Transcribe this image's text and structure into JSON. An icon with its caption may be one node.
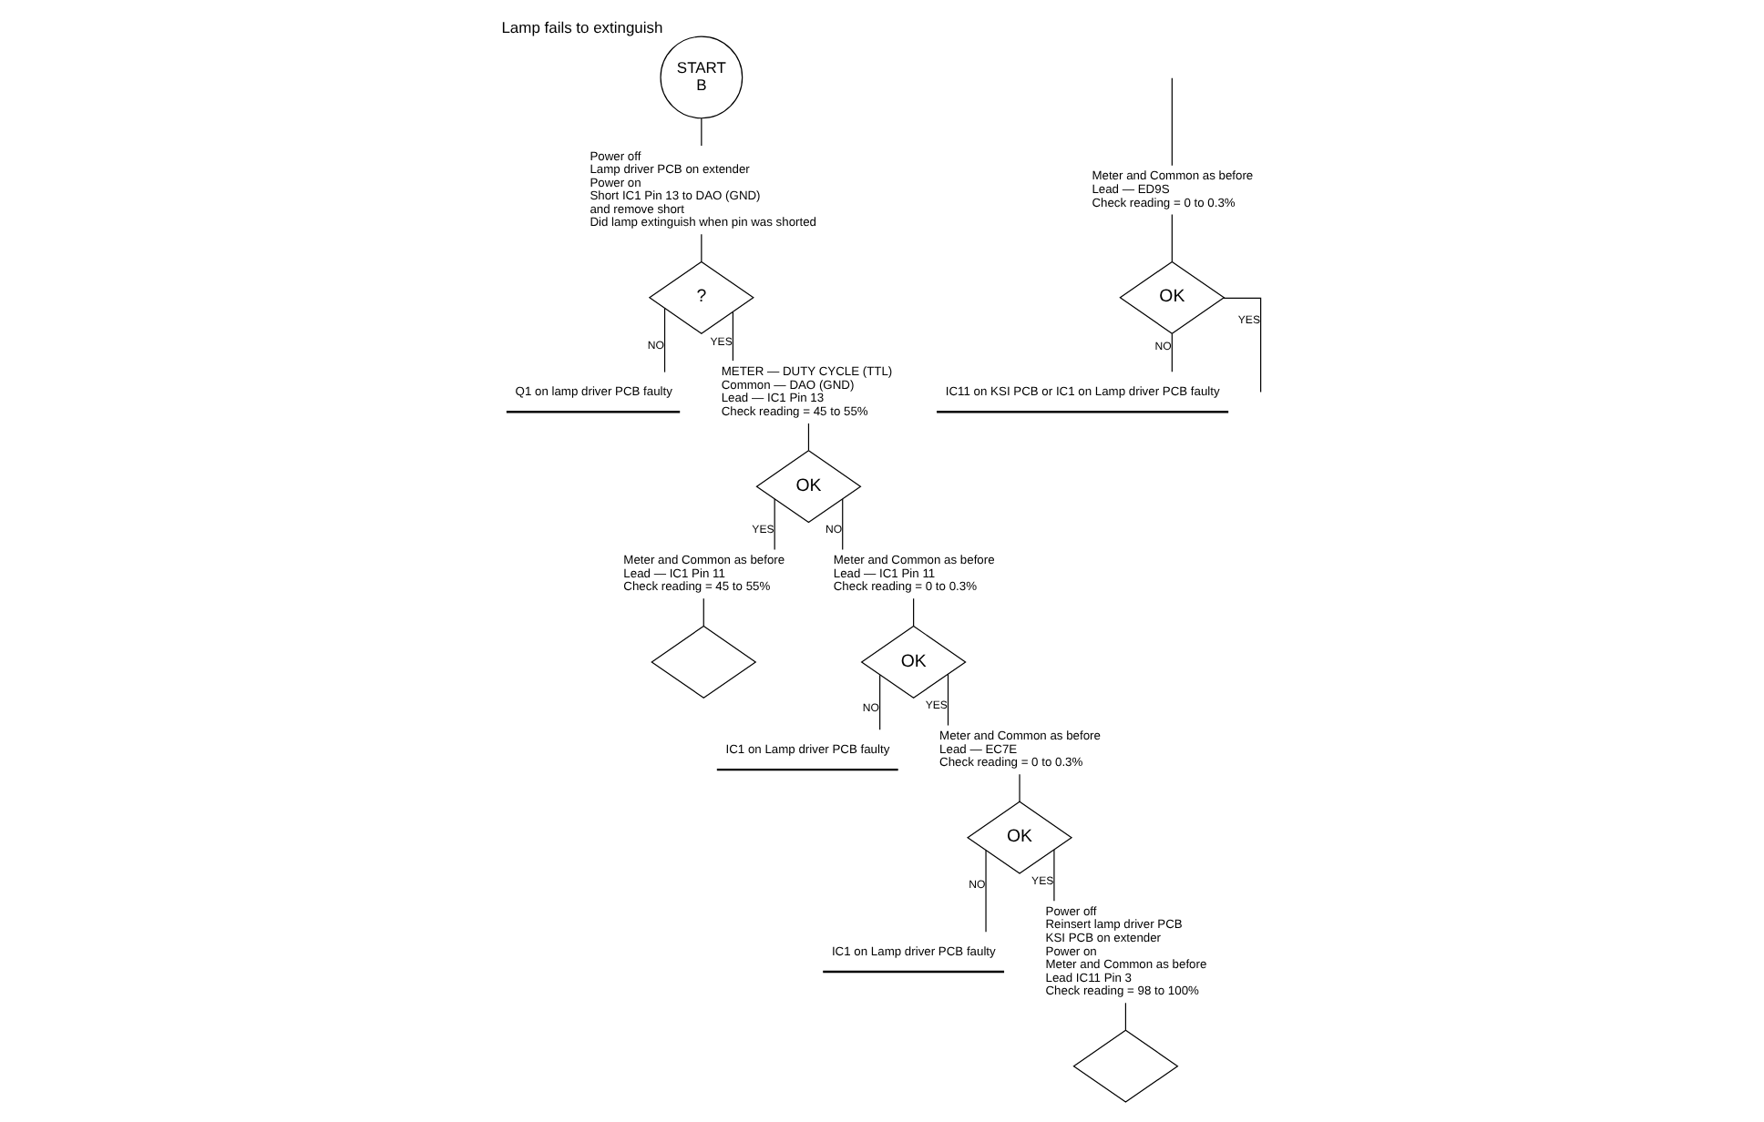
{
  "diagram": {
    "nodes": [
      {
        "text": [
          "START",
          "B"
        ],
        "beside": [
          "Lamp fails to extinguish"
        ]
      },
      {
        "text": [
          "Power off",
          "Lamp driver PCB on extender",
          "Power on",
          "Short IC1 Pin 13 to DAO (GND)",
          "and remove short",
          "Did lamp extinguish when pin was shorted"
        ]
      },
      {
        "text": [
          "?"
        ]
      },
      {
        "text": [
          "Q1 on lamp driver PCB faulty"
        ]
      },
      {
        "text": [
          "METER — DUTY CYCLE (TTL)",
          "Common — DAO (GND)",
          "Lead — IC1 Pin 13",
          "Check reading = 45 to 55%"
        ]
      },
      {
        "text": [
          "OK"
        ]
      },
      {
        "text": [
          "Meter and Common as before",
          "Lead — IC1 Pin 11",
          "Check reading = 45 to 55%"
        ]
      },
      {
        "text": [
          "Meter and Common as before",
          "Lead — IC1 Pin 11",
          "Check reading = 0 to 0.3%"
        ]
      },
      {
        "text": [
          "OK"
        ]
      },
      {
        "text": [
          "IC1 on Lamp driver PCB faulty"
        ]
      },
      {
        "text": [
          "Meter and Common as before",
          "Lead — EC7E",
          "Check reading = 0 to 0.3%"
        ]
      },
      {
        "text": [
          "OK"
        ]
      },
      {
        "text": [
          "IC1 on Lamp driver PCB faulty"
        ]
      },
      {
        "text": [
          "Power off",
          "Reinsert lamp driver PCB",
          "KSI PCB on extender",
          "Power on",
          "Meter and Common as before",
          "Lead IC11 Pin 3",
          "Check reading = 98 to 100%"
        ]
      },
      {
        "text": [
          "Meter and Common as before",
          "Lead — ED9S",
          "Check reading = 0 to 0.3%"
        ]
      },
      {
        "text": [
          "OK"
        ]
      },
      {
        "text": [
          "IC11 on KSI PCB or IC1 on Lamp driver PCB faulty"
        ]
      },
      {
        "text": [],
        "shape": "diamond"
      },
      {
        "text": [],
        "shape": "diamond"
      }
    ],
    "edges": [
      {
        "from": 0,
        "to": 1,
        "arrow": "none"
      },
      {
        "from": 1,
        "to": 2,
        "arrow": "none"
      },
      {
        "from": 2,
        "to": 3,
        "arrow": "none",
        "label": "NO"
      },
      {
        "from": 2,
        "to": 4,
        "arrow": "none",
        "label": "YES"
      },
      {
        "from": 4,
        "to": 5,
        "arrow": "none"
      },
      {
        "from": 5,
        "to": 7,
        "arrow": "none",
        "label": "NO"
      },
      {
        "from": 5,
        "to": 6,
        "arrow": "none",
        "label": "YES"
      },
      {
        "from": 6,
        "to": 17,
        "arrow": "none"
      },
      {
        "from": 7,
        "to": 8,
        "arrow": "none"
      },
      {
        "from": 8,
        "to": 9,
        "arrow": "none",
        "label": "NO"
      },
      {
        "from": 8,
        "to": 10,
        "arrow": "none",
        "label": "YES"
      },
      {
        "from": 10,
        "to": 11,
        "arrow": "none"
      },
      {
        "from": 11,
        "to": 12,
        "arrow": "none",
        "label": "NO"
      },
      {
        "from": 11,
        "to": 13,
        "arrow": "none",
        "label": "YES"
      },
      {
        "from": 13,
        "to": 18,
        "arrow": "none"
      },
      {
        "from": null,
        "to": 14,
        "arrow": "none"
      },
      {
        "from": 14,
        "to": 15,
        "arrow": "none"
      },
      {
        "from": 15,
        "to": 16,
        "arrow": "none",
        "label": "NO"
      },
      {
        "from": 15,
        "to": null,
        "arrow": "none",
        "label": "YES"
      }
    ]
  }
}
